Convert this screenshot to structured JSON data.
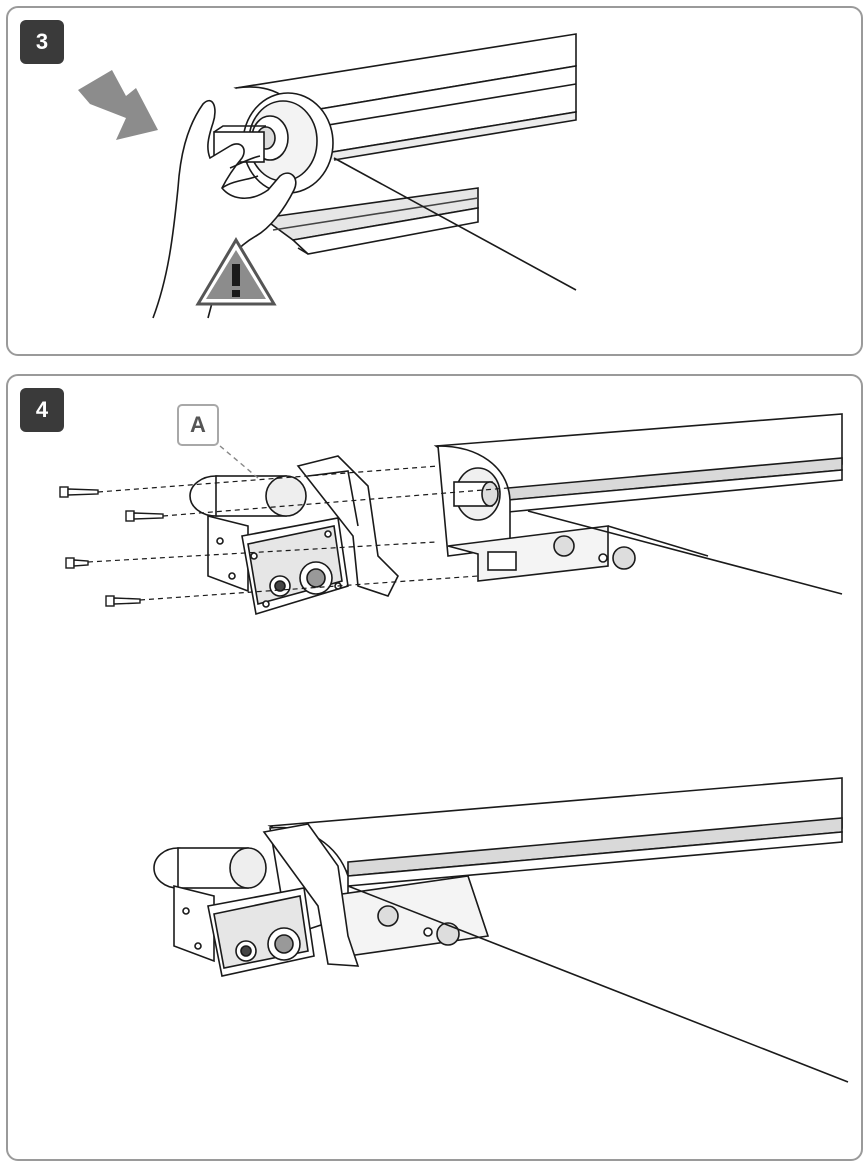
{
  "steps": [
    {
      "number": "3"
    },
    {
      "number": "4",
      "callout_label": "A"
    }
  ],
  "icons": {
    "arrow": "arrow-icon",
    "warning": "warning-triangle-icon",
    "hand": "hand-illustration",
    "screw": "screw-icon"
  },
  "colors": {
    "badge": "#3a3a3a",
    "panel_border": "#9a9a9a",
    "arrow": "#8c8c8c",
    "line_art": "#1a1a1a",
    "shading": "#d9d9d9"
  }
}
